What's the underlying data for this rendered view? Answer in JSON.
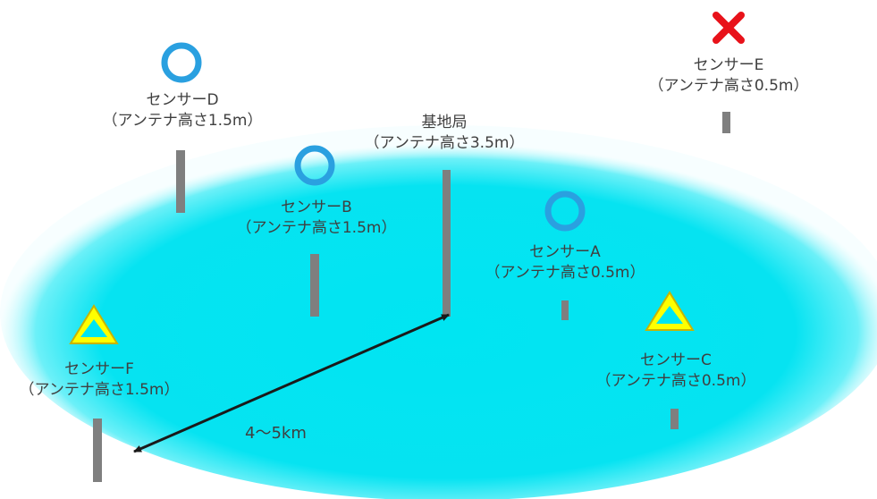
{
  "base_station": {
    "name": "基地局",
    "height": "（アンテナ高さ3.5m）"
  },
  "sensors": [
    {
      "id": "sensor-a",
      "name": "センサーA",
      "height": "（アンテナ高さ0.5m）",
      "status": "circle"
    },
    {
      "id": "sensor-b",
      "name": "センサーB",
      "height": "（アンテナ高さ1.5m）",
      "status": "circle"
    },
    {
      "id": "sensor-c",
      "name": "センサーC",
      "height": "（アンテナ高さ0.5m）",
      "status": "triangle"
    },
    {
      "id": "sensor-d",
      "name": "センサーD",
      "height": "（アンテナ高さ1.5m）",
      "status": "circle"
    },
    {
      "id": "sensor-e",
      "name": "センサーE",
      "height": "（アンテナ高さ0.5m）",
      "status": "cross"
    },
    {
      "id": "sensor-f",
      "name": "センサーF",
      "height": "（アンテナ高さ1.5m）",
      "status": "triangle"
    }
  ],
  "distance_label": "4～5km",
  "colors": {
    "coverage_core": "#00e5f2",
    "coverage_edge": "#9ff6fb",
    "circle_mark": "#2aa0e0",
    "triangle_fill": "#ffff00",
    "triangle_stroke": "#c8b400",
    "cross_mark": "#e8121a",
    "mast": "#7f7f7f",
    "arrow": "#1a1a1a"
  }
}
